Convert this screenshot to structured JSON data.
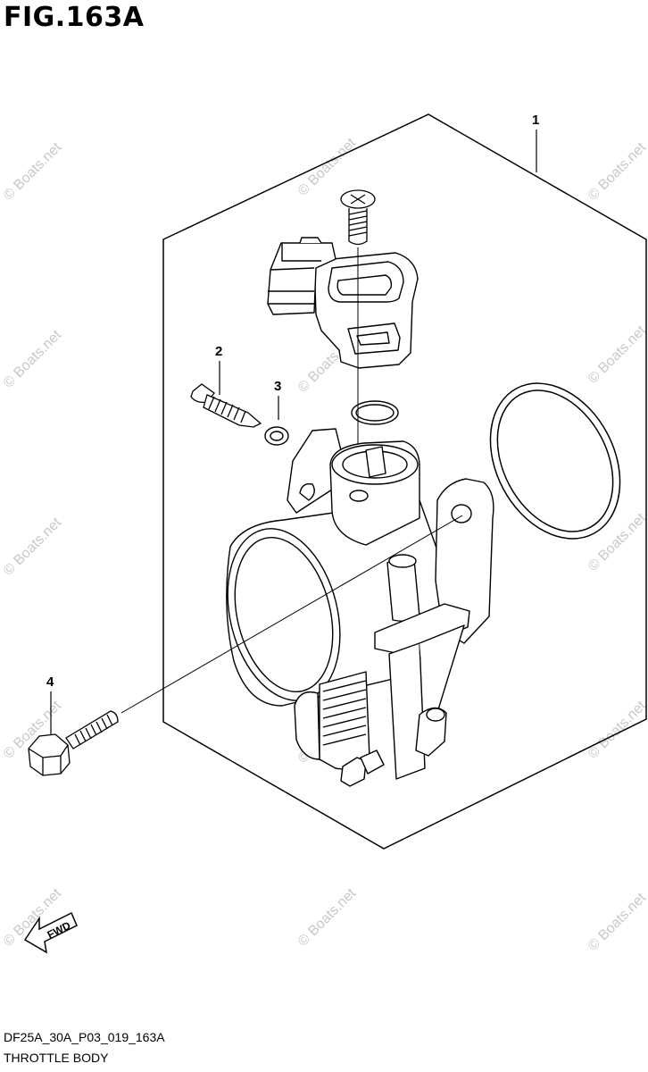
{
  "figure": {
    "title": "FIG.163A",
    "drawing_code": "DF25A_30A_P03_019_163A",
    "caption": "THROTTLE BODY"
  },
  "callouts": [
    {
      "id": "1",
      "label": "1"
    },
    {
      "id": "2",
      "label": "2"
    },
    {
      "id": "3",
      "label": "3"
    },
    {
      "id": "4",
      "label": "4"
    }
  ],
  "fwd_label": "FWD",
  "watermark": "© Boats.net",
  "colors": {
    "line": "#000000",
    "watermark": "#c8c8c8"
  }
}
